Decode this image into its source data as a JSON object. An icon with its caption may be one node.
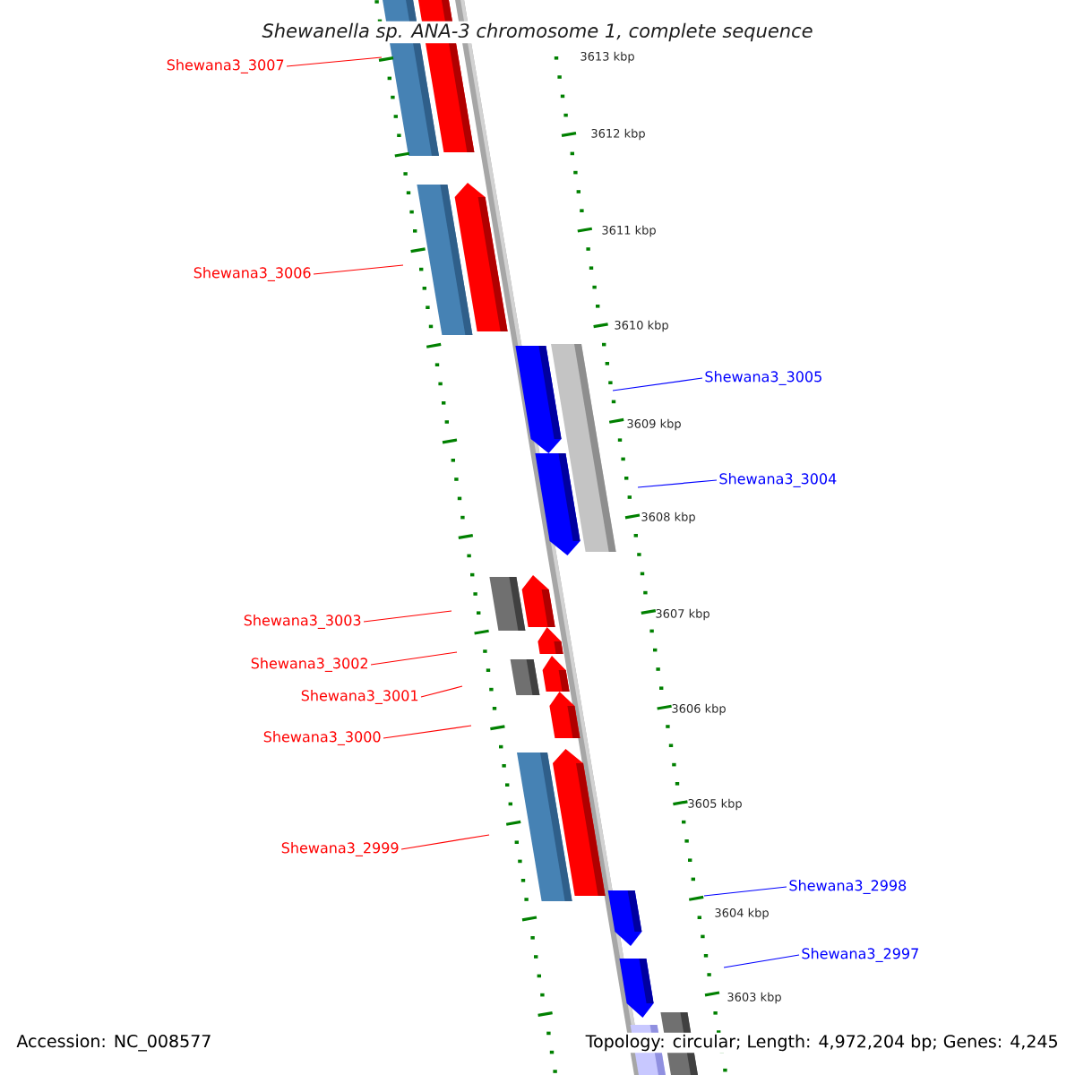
{
  "diagram": {
    "title": "Shewanella sp. ANA-3 chromosome 1, complete sequence",
    "nodes": [
      {
        "text": [
          "Shewana3_3007"
        ]
      },
      {
        "text": [
          "Shewana3_3006"
        ]
      },
      {
        "text": [
          "Shewana3_3005"
        ]
      },
      {
        "text": [
          "Shewana3_3004"
        ]
      },
      {
        "text": [
          "Shewana3_3003"
        ]
      },
      {
        "text": [
          "Shewana3_3002"
        ]
      },
      {
        "text": [
          "Shewana3_3001"
        ]
      },
      {
        "text": [
          "Shewana3_3000"
        ]
      },
      {
        "text": [
          "Shewana3_2999"
        ]
      },
      {
        "text": [
          "Shewana3_2998"
        ]
      },
      {
        "text": [
          "Shewana3_2997"
        ]
      }
    ],
    "edges": [
      {
        "from": 0,
        "to": null,
        "arrow": "none"
      },
      {
        "from": 1,
        "to": null,
        "arrow": "none"
      },
      {
        "from": 2,
        "to": null,
        "arrow": "none",
        "color": "#0000ff"
      },
      {
        "from": 3,
        "to": null,
        "arrow": "none",
        "color": "#0000ff"
      },
      {
        "from": 4,
        "to": null,
        "arrow": "none"
      },
      {
        "from": 5,
        "to": null,
        "arrow": "none"
      },
      {
        "from": 6,
        "to": null,
        "arrow": "none"
      },
      {
        "from": 7,
        "to": null,
        "arrow": "none"
      },
      {
        "from": 8,
        "to": null,
        "arrow": "none"
      },
      {
        "from": 9,
        "to": null,
        "arrow": "none",
        "color": "#0000ff"
      },
      {
        "from": 10,
        "to": null,
        "arrow": "none",
        "color": "#0000ff"
      }
    ],
    "labels": [
      "3613 kbp",
      "3612 kbp",
      "3611 kbp",
      "3610 kbp",
      "3609 kbp",
      "3608 kbp",
      "3607 kbp",
      "3606 kbp",
      "3605 kbp",
      "3604 kbp",
      "3603 kbp",
      "Accession: NC_008577",
      "Topology: circular; Length: 4,972,204 bp; Genes: 4,245"
    ]
  }
}
